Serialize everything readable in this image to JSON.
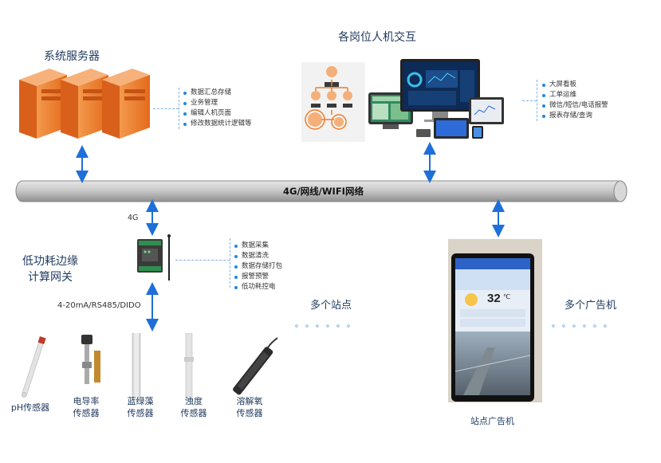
{
  "server": {
    "title": "系统服务器",
    "bullets": [
      "数据汇总存储",
      "业务管理",
      "编辑人机页面",
      "修改数据统计逻辑等"
    ]
  },
  "hmi": {
    "title": "各岗位人机交互",
    "bullets": [
      "大屏看板",
      "工单运维",
      "微信/短信/电话报警",
      "报表存储/查询"
    ]
  },
  "network": {
    "label": "4G/网线/WIFI网络"
  },
  "gateway": {
    "title_line1": "低功耗边缘",
    "title_line2": "计算网关",
    "uplink_label": "4G",
    "downlink_label": "4-20mA/RS485/DIDO",
    "bullets": [
      "数据采集",
      "数据清洗",
      "数据存储打包",
      "报警预警",
      "低功耗控电"
    ]
  },
  "stations": {
    "label": "多个站点",
    "dots": "。。。。。。"
  },
  "ads": {
    "label": "多个广告机",
    "dots": "。。。。。。"
  },
  "kiosk": {
    "caption": "站点广告机",
    "temperature": "32",
    "unit": "℃"
  },
  "sensors": [
    {
      "line1": "pH传感器",
      "line2": ""
    },
    {
      "line1": "电导率",
      "line2": "传感器"
    },
    {
      "line1": "蓝绿藻",
      "line2": "传感器"
    },
    {
      "line1": "浊度",
      "line2": "传感器"
    },
    {
      "line1": "溶解氧",
      "line2": "传感器"
    }
  ],
  "colors": {
    "arrow": "#1e6fd9",
    "server": "#f07d2a",
    "pipe": "#b8b8b8"
  }
}
